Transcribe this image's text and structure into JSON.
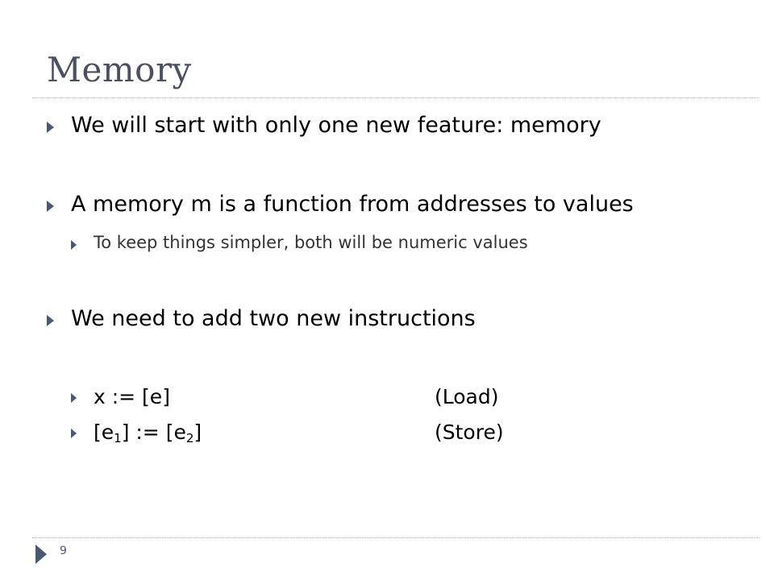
{
  "slide": {
    "title": "Memory",
    "page_number": "9",
    "accent_color": "#4a5870",
    "title_color": "#4a5060",
    "rule_color": "#a9b9c9",
    "bullets": [
      {
        "text": "We will start with only one new feature: memory"
      },
      {
        "text": "A memory m is a function from addresses to values"
      },
      {
        "text": "To keep things simpler, both will be numeric values"
      },
      {
        "text": "We need to add two new instructions"
      }
    ],
    "instructions": [
      {
        "code": "x := [e]",
        "label": "(Load)"
      },
      {
        "code_open": "[e",
        "sub1": "1",
        "code_mid": "] := [e",
        "sub2": "2",
        "code_close": "]",
        "label": "(Store)"
      }
    ]
  }
}
